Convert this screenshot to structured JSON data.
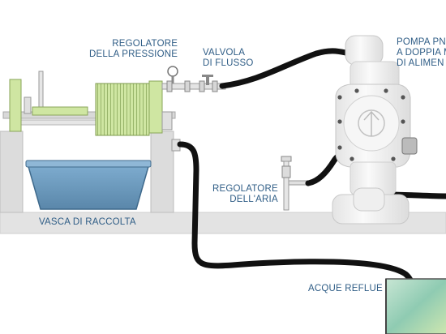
{
  "labels": {
    "pressure_regulator": [
      "REGOLATORE",
      "DELLA PRESSIONE"
    ],
    "flow_valve": [
      "VALVOLA",
      "DI FLUSSO"
    ],
    "pump": [
      "POMPA PN",
      "A DOPPIA M",
      "DI ALIMEN"
    ],
    "air_regulator": [
      "REGOLATORE",
      "DELL'ARIA"
    ],
    "collection_tank": "VASCA DI RACCOLTA",
    "wastewater": "ACQUE REFLUE"
  },
  "colors": {
    "label_text": "#2f5d86",
    "filter_plates": "#cbe29a",
    "basin": "#6a9bc0",
    "frame": "#d6d6d6",
    "hose": "#111111",
    "pump_body": "#f3f3f3",
    "wastewater": "#9fd3bd"
  }
}
